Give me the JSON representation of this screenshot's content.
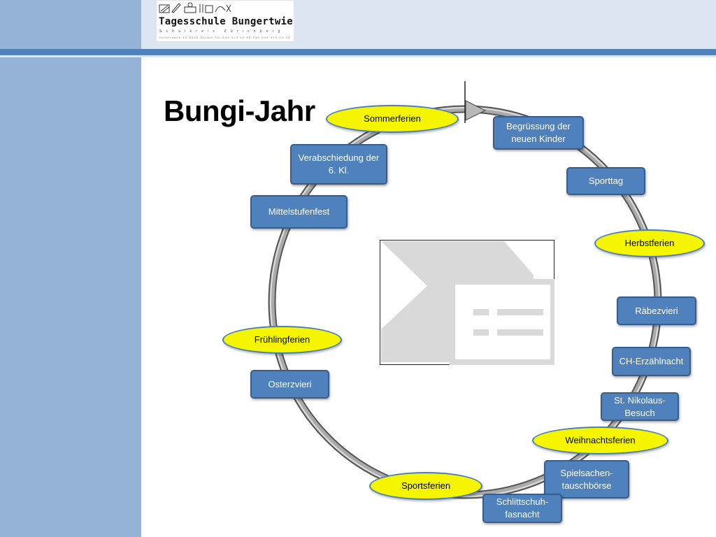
{
  "header": {
    "logo": {
      "icon": "school-tools-drawing-icon",
      "name": "Tagesschule Bungertwies",
      "subtitle": "Schulkreis Zürichberg",
      "address": "Hofstrasse 43 8032 Zürich Tel 044 413 43 00 Fax 044 413 43 04"
    }
  },
  "slide": {
    "title": "Bungi-Jahr"
  },
  "colors": {
    "side_panel": "#95b3d7",
    "top_band": "#dce6f2",
    "rule": "#4f81bd",
    "box_fill": "#4f81bd",
    "box_border": "#385d8a",
    "ellipse_fill": "#f5f500",
    "ellipse_border": "#4a7ebb",
    "ring": "#7f7f7f"
  },
  "placeholder": {
    "icon": "picture-placeholder-icon"
  },
  "cycle": {
    "events": [
      {
        "id": "sommerferien",
        "label": "Sommerferien",
        "kind": "holiday"
      },
      {
        "id": "begruessung",
        "label": "Begrüssung der neuen Kinder",
        "kind": "event"
      },
      {
        "id": "sporttag",
        "label": "Sporttag",
        "kind": "event"
      },
      {
        "id": "herbstferien",
        "label": "Herbstferien",
        "kind": "holiday"
      },
      {
        "id": "raebezvieri",
        "label": "Räbezvieri",
        "kind": "event"
      },
      {
        "id": "ch-erzaehlnacht",
        "label": "CH-Erzählnacht",
        "kind": "event"
      },
      {
        "id": "nikolaus",
        "label": "St. Nikolaus-Besuch",
        "kind": "event"
      },
      {
        "id": "weihnachtsferien",
        "label": "Weihnachtsferien",
        "kind": "holiday"
      },
      {
        "id": "spielsachen",
        "label": "Spielsachen-tauschbörse",
        "kind": "event"
      },
      {
        "id": "schlittschuh",
        "label": "Schlittschuh-fasnacht",
        "kind": "event"
      },
      {
        "id": "sportsferien",
        "label": "Sportsferien",
        "kind": "holiday"
      },
      {
        "id": "osterzvieri",
        "label": "Osterzvieri",
        "kind": "event"
      },
      {
        "id": "fruehlingferien",
        "label": "Frühlingferien",
        "kind": "holiday"
      },
      {
        "id": "mittelstufenfest",
        "label": "Mittelstufenfest",
        "kind": "event"
      },
      {
        "id": "verabschiedung",
        "label": "Verabschiedung der 6. Kl.",
        "kind": "event"
      }
    ]
  }
}
